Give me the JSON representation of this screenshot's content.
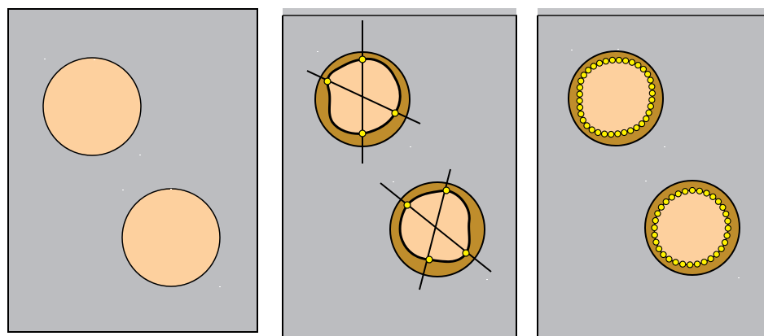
{
  "colors": {
    "background": "#ffffff",
    "panel": "#bcbdc0",
    "cell": "#fdd09e",
    "wall": "#bf8d2c",
    "outline": "#000000",
    "marker": "#fff200",
    "panel_top_bar": "#c4c5c8"
  },
  "panels": [
    {
      "name": "panel-plain-circles",
      "cells": [
        {
          "name": "plain-circle-upper",
          "style": "plain"
        },
        {
          "name": "plain-circle-lower",
          "style": "plain"
        }
      ]
    },
    {
      "name": "panel-diameter-lines",
      "cells": [
        {
          "name": "measured-cell-upper",
          "style": "diameter-lines",
          "marker_count": 4
        },
        {
          "name": "measured-cell-lower",
          "style": "diameter-lines",
          "marker_count": 4
        }
      ]
    },
    {
      "name": "panel-perimeter-points",
      "cells": [
        {
          "name": "traced-cell-upper",
          "style": "perimeter-points",
          "marker_count": 36
        },
        {
          "name": "traced-cell-lower",
          "style": "perimeter-points",
          "marker_count": 32
        }
      ]
    }
  ]
}
